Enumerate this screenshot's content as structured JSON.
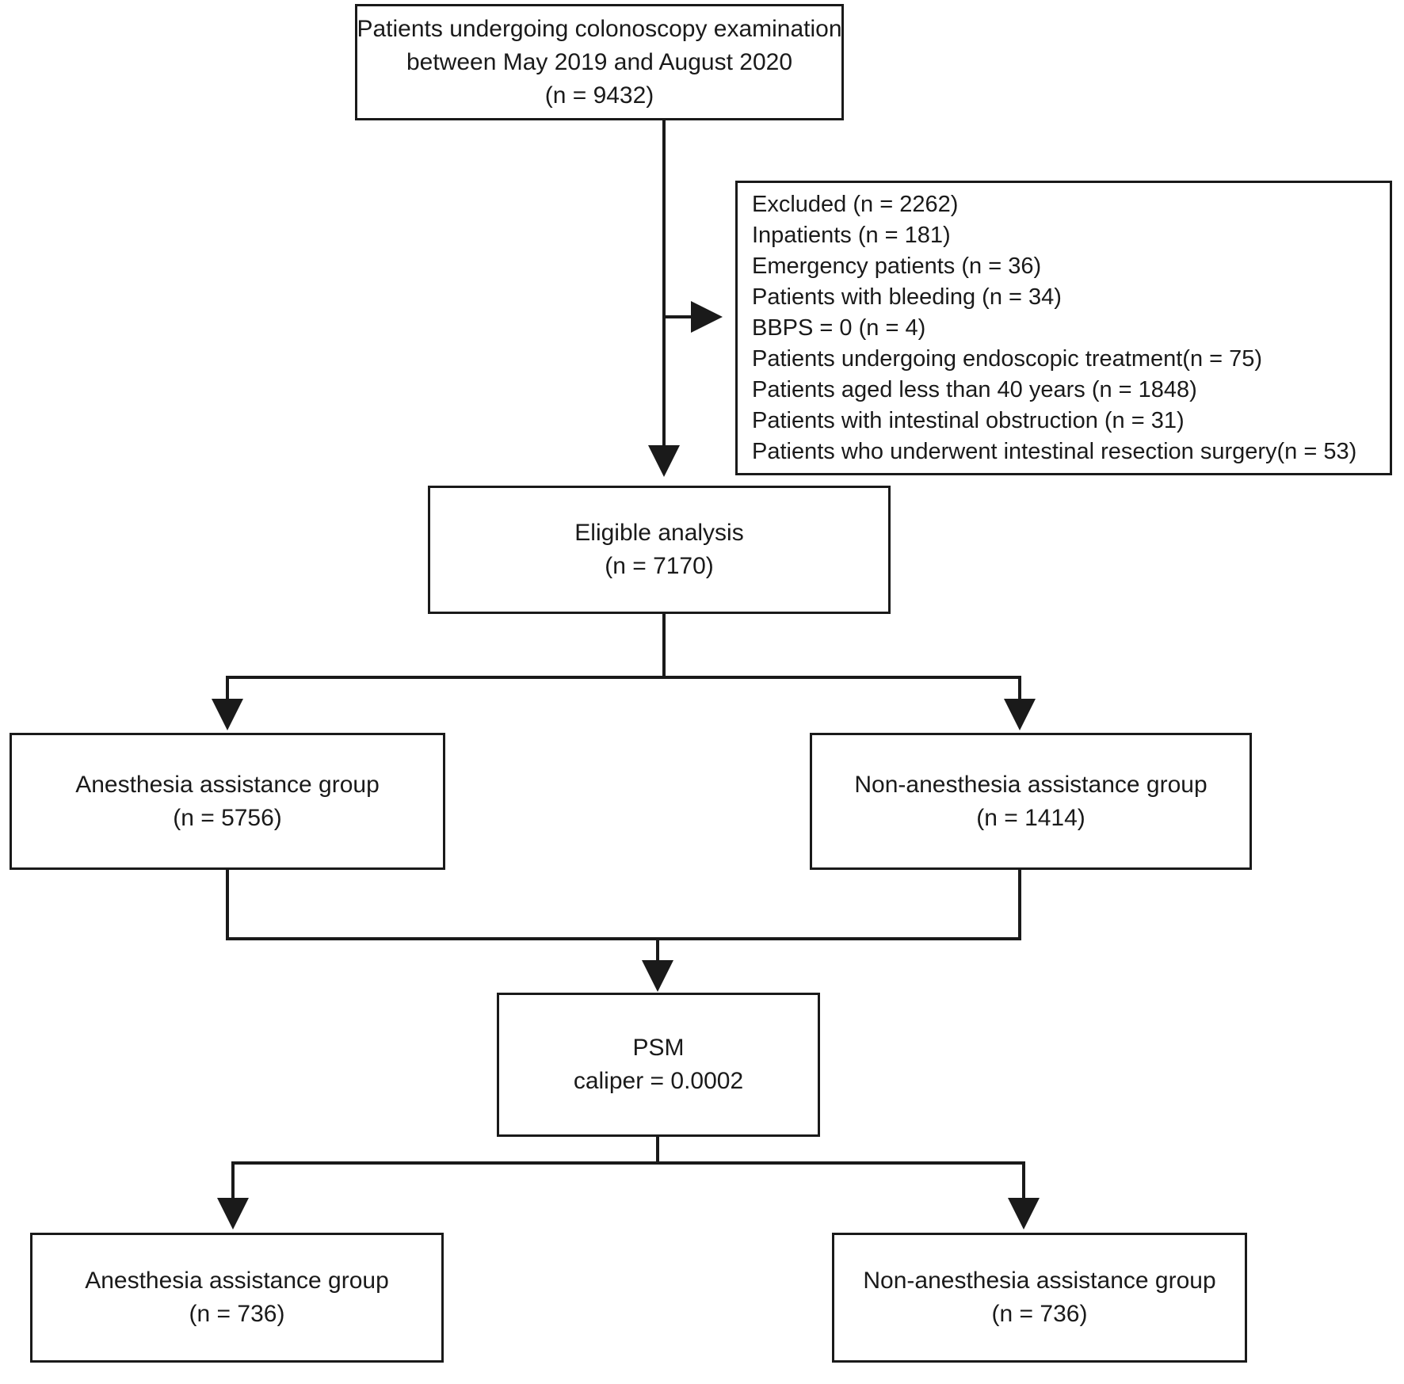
{
  "figure": {
    "type": "flowchart",
    "title": "Patient selection flow diagram (CONSORT-style)",
    "orientation": "top-to-bottom"
  },
  "nodes": {
    "enrollment": {
      "id": "enrollment",
      "lines": [
        "Patients undergoing colonoscopy examination",
        "between May 2019 and August 2020",
        "(n = 9432)"
      ],
      "n": 9432
    },
    "excluded": {
      "id": "excluded",
      "lines": [
        "Excluded (n = 2262)",
        "Inpatients (n = 181)",
        "Emergency patients (n = 36)",
        "Patients with bleeding (n = 34)",
        "BBPS = 0 (n = 4)",
        "Patients undergoing endoscopic treatment(n = 75)",
        "Patients aged less than 40 years (n = 1848)",
        "Patients with intestinal obstruction (n = 31)",
        "Patients who underwent intestinal resection surgery(n = 53)"
      ],
      "n": 2262,
      "reasons": [
        {
          "label": "Inpatients",
          "n": 181
        },
        {
          "label": "Emergency patients",
          "n": 36
        },
        {
          "label": "Patients with bleeding",
          "n": 34
        },
        {
          "label": "BBPS = 0",
          "n": 4
        },
        {
          "label": "Patients undergoing endoscopic treatment",
          "n": 75
        },
        {
          "label": "Patients aged less than 40 years",
          "n": 1848
        },
        {
          "label": "Patients with intestinal obstruction",
          "n": 31
        },
        {
          "label": "Patients who underwent intestinal resection surgery",
          "n": 53
        }
      ]
    },
    "eligible": {
      "id": "eligible",
      "lines": [
        "Eligible analysis",
        "(n = 7170)"
      ],
      "n": 7170
    },
    "anesthesia_pre": {
      "id": "anesthesia_pre",
      "lines": [
        "Anesthesia assistance group",
        "(n = 5756)"
      ],
      "n": 5756
    },
    "nonanesthesia_pre": {
      "id": "nonanesthesia_pre",
      "lines": [
        "Non-anesthesia assistance group",
        "(n = 1414)"
      ],
      "n": 1414
    },
    "psm": {
      "id": "psm",
      "lines": [
        "PSM",
        "caliper = 0.0002"
      ],
      "caliper": 0.0002
    },
    "anesthesia_post": {
      "id": "anesthesia_post",
      "lines": [
        "Anesthesia assistance group",
        "(n = 736)"
      ],
      "n": 736
    },
    "nonanesthesia_post": {
      "id": "nonanesthesia_post",
      "lines": [
        "Non-anesthesia assistance group",
        "(n = 736)"
      ],
      "n": 736
    }
  },
  "edges": [
    {
      "from": "enrollment",
      "to": "excluded",
      "style": "arrow-right"
    },
    {
      "from": "enrollment",
      "to": "eligible",
      "style": "arrow-down"
    },
    {
      "from": "eligible",
      "to": "anesthesia_pre",
      "style": "split-arrow-down"
    },
    {
      "from": "eligible",
      "to": "nonanesthesia_pre",
      "style": "split-arrow-down"
    },
    {
      "from": "anesthesia_pre",
      "to": "psm",
      "style": "merge-arrow-down"
    },
    {
      "from": "nonanesthesia_pre",
      "to": "psm",
      "style": "merge-arrow-down"
    },
    {
      "from": "psm",
      "to": "anesthesia_post",
      "style": "split-arrow-down"
    },
    {
      "from": "psm",
      "to": "nonanesthesia_post",
      "style": "split-arrow-down"
    }
  ],
  "colors": {
    "stroke": "#1a1a1a",
    "background": "#ffffff",
    "text": "#1a1a1a"
  }
}
